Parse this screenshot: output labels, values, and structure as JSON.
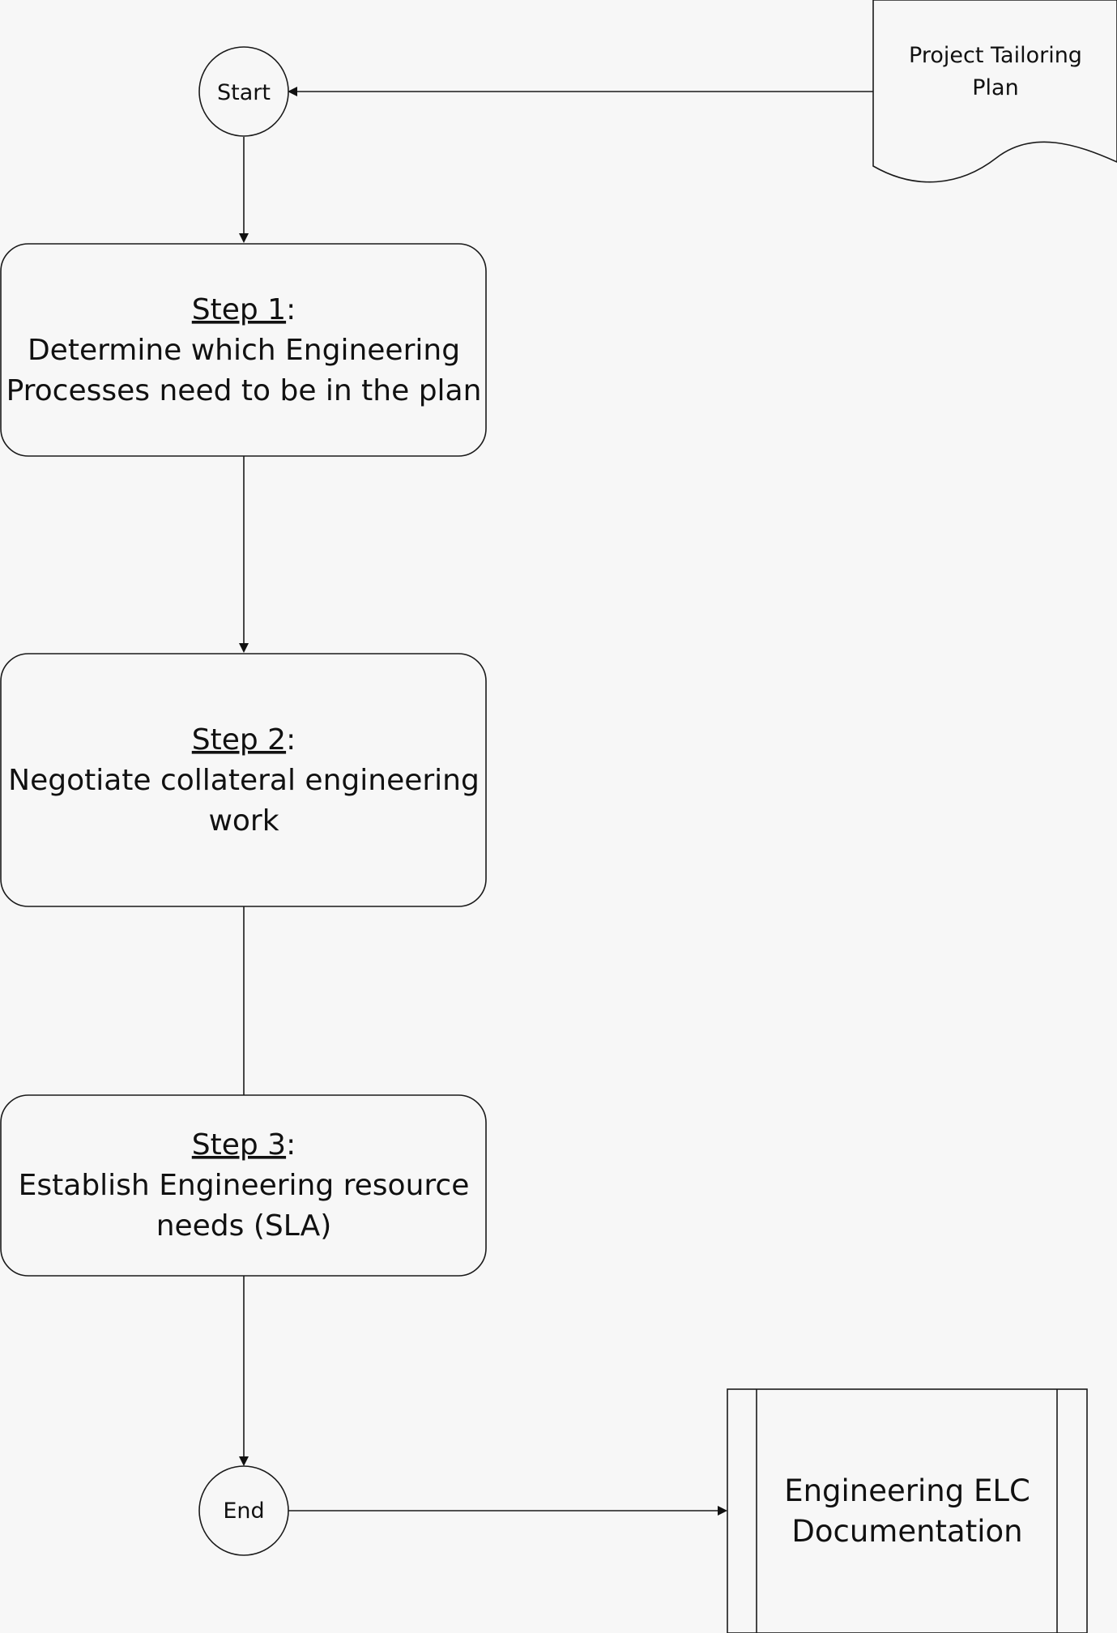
{
  "nodes": {
    "start": {
      "label": "Start"
    },
    "tailoring_doc": {
      "lines": [
        "Project Tailoring",
        "Plan"
      ]
    },
    "step1": {
      "title": "Step 1",
      "suffix": ":",
      "lines": [
        "Determine which Engineering",
        "Processes need to be in the plan"
      ]
    },
    "step2": {
      "title": "Step 2",
      "suffix": ":",
      "lines": [
        "Negotiate collateral engineering",
        "work"
      ]
    },
    "step3": {
      "title": "Step 3",
      "suffix": ":",
      "lines": [
        "Establish Engineering resource",
        "needs (SLA)"
      ]
    },
    "end": {
      "label": "End"
    },
    "elc_doc": {
      "lines": [
        "Engineering ELC",
        "Documentation"
      ]
    }
  }
}
